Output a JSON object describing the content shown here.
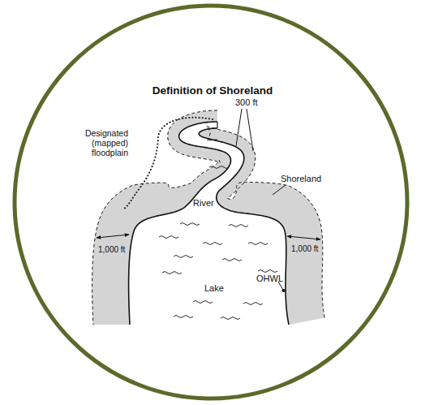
{
  "diagram": {
    "title": "Definition of Shoreland",
    "labels": [
      "300 ft",
      "Designated (mapped) floodplain",
      "Shoreland",
      "River",
      "1,000 ft",
      "1,000 ft",
      "OHWL",
      "Lake"
    ]
  }
}
